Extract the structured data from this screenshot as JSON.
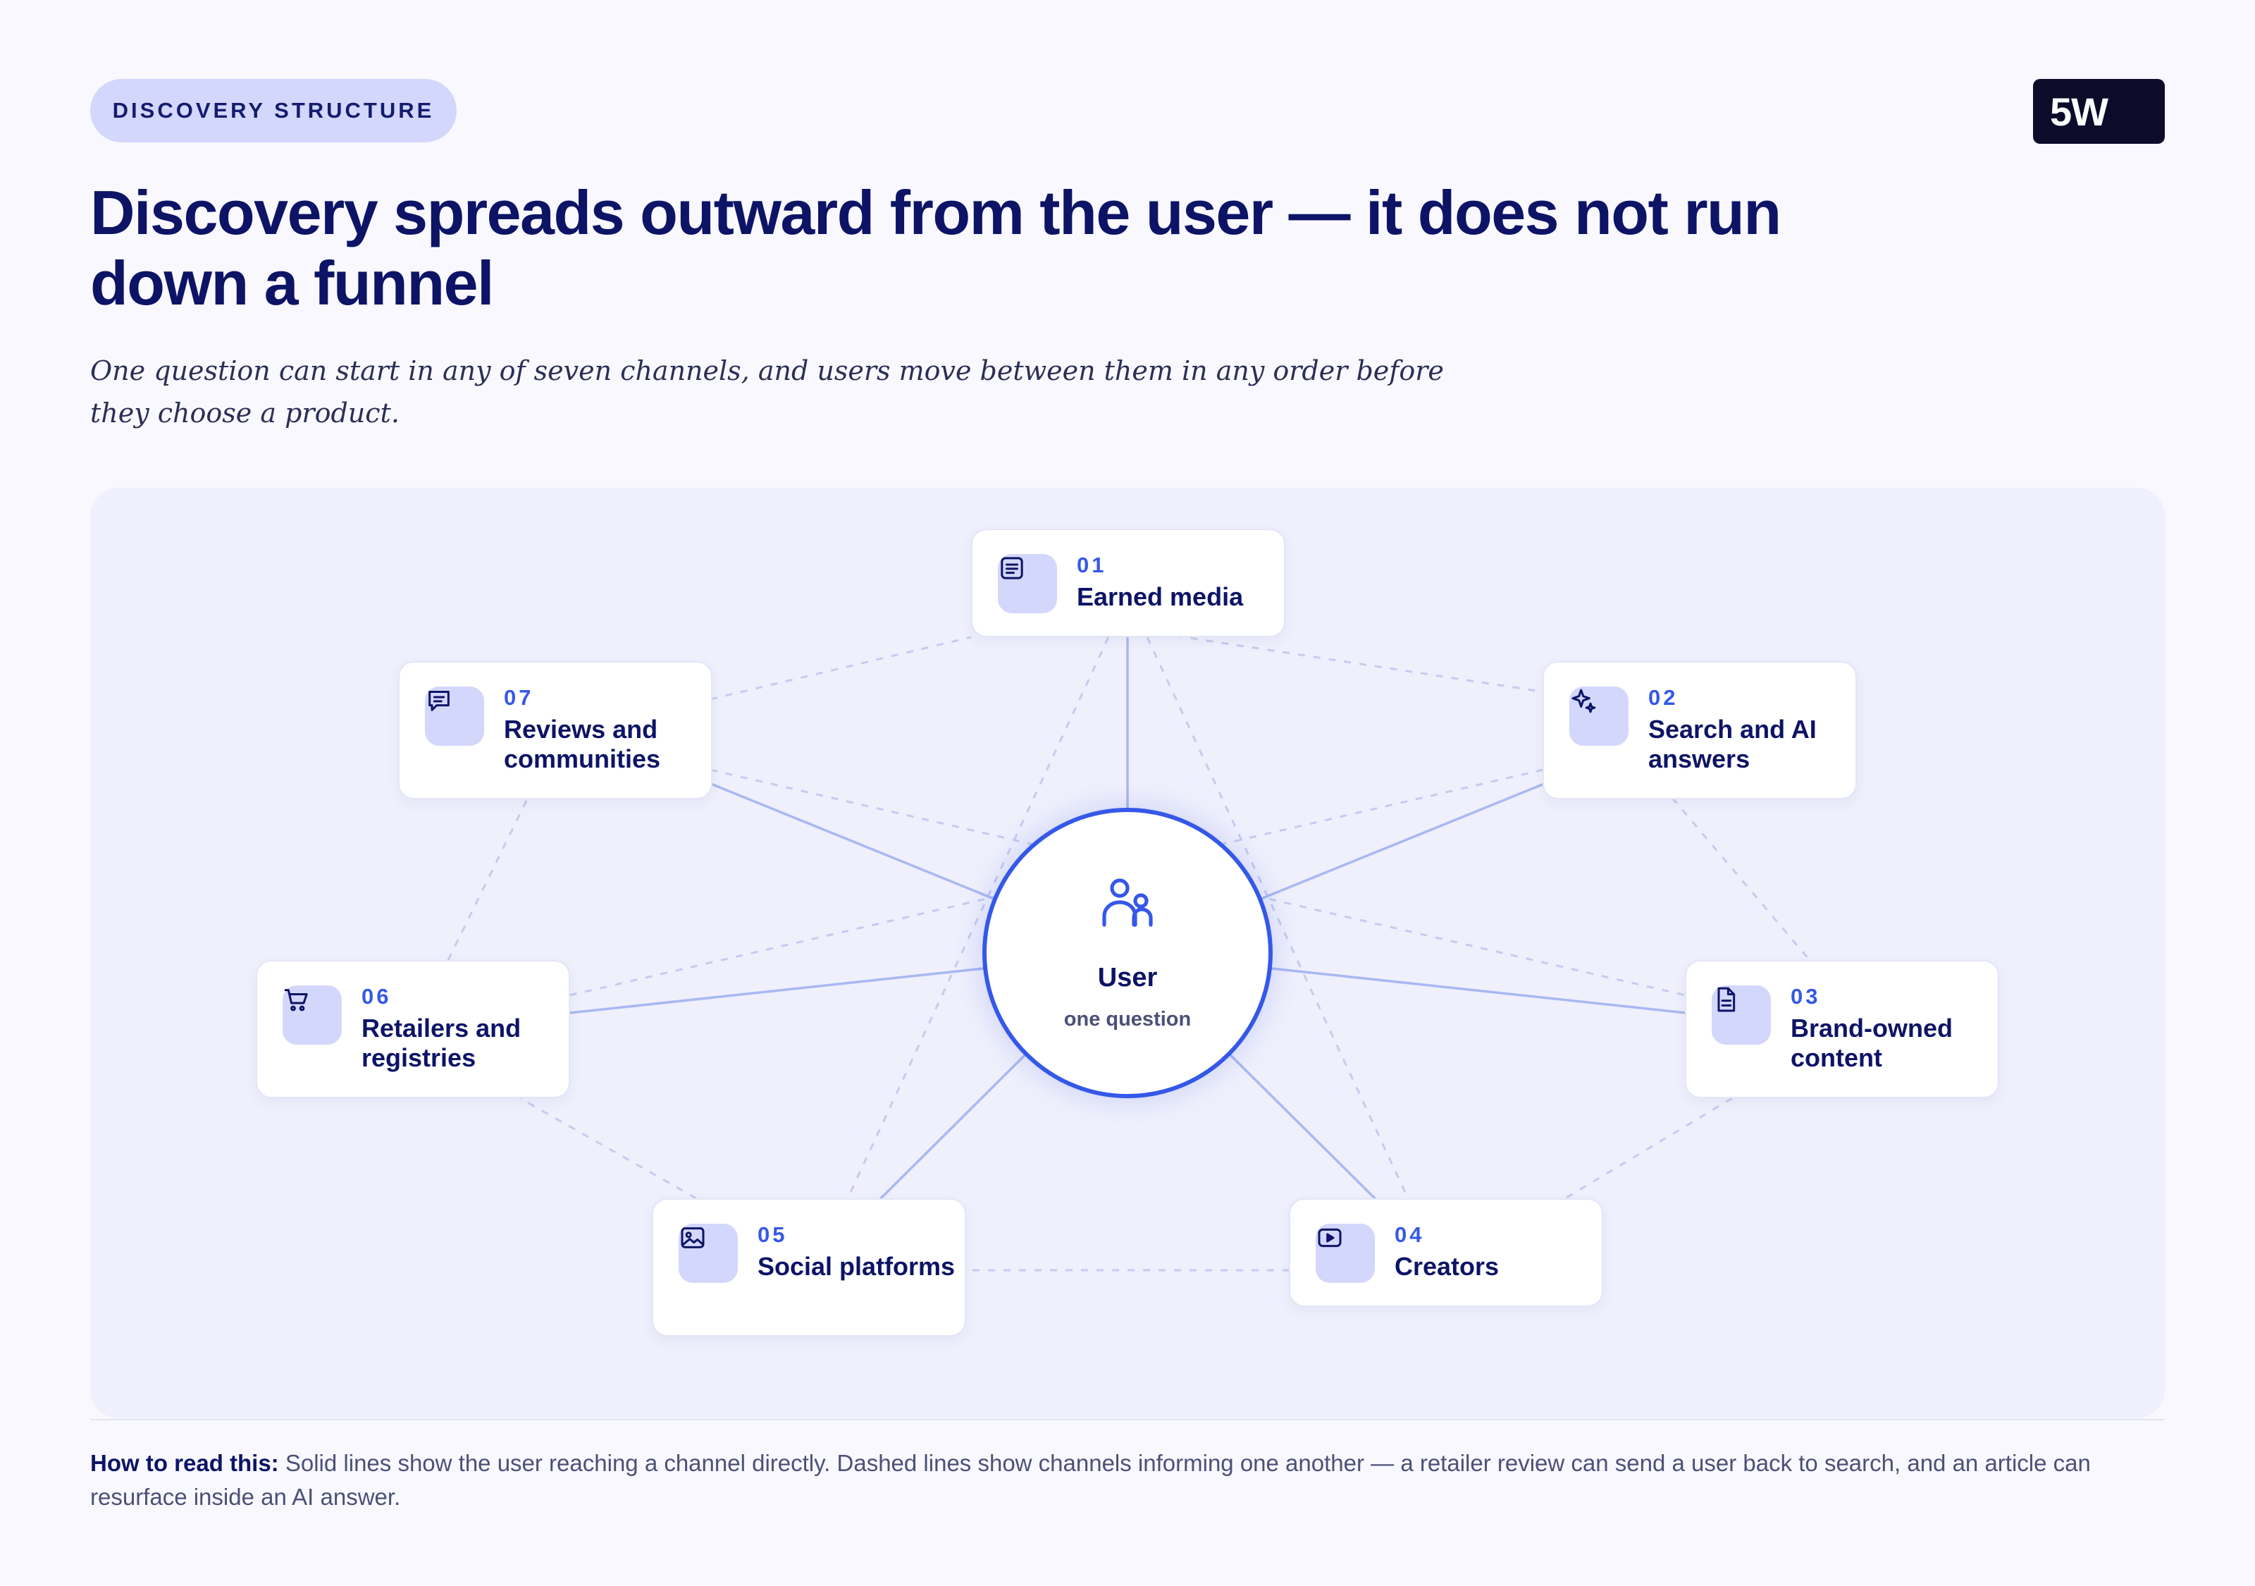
{
  "header": {
    "badge": "DISCOVERY STRUCTURE",
    "logo": "5W",
    "title": "Discovery spreads outward from the user — it does not run down a funnel",
    "subtitle": "One question can start in any of seven channels, and users move between them in any order before they choose a product."
  },
  "diagram": {
    "hub": {
      "label": "User",
      "sublabel": "one question",
      "icon": "users-icon"
    },
    "nodes": [
      {
        "number": "01",
        "label": "Earned media",
        "icon": "newspaper-icon"
      },
      {
        "number": "02",
        "label": "Search and AI answers",
        "icon": "sparkle-icon"
      },
      {
        "number": "03",
        "label": "Brand-owned content",
        "icon": "document-icon"
      },
      {
        "number": "04",
        "label": "Creators",
        "icon": "play-icon"
      },
      {
        "number": "05",
        "label": "Social platforms",
        "icon": "image-icon"
      },
      {
        "number": "06",
        "label": "Retailers and registries",
        "icon": "cart-icon"
      },
      {
        "number": "07",
        "label": "Reviews and communities",
        "icon": "chat-icon"
      }
    ],
    "solid_links": [
      [
        "User",
        "Earned media"
      ],
      [
        "User",
        "Search and AI answers"
      ],
      [
        "User",
        "Brand-owned content"
      ],
      [
        "User",
        "Creators"
      ],
      [
        "User",
        "Social platforms"
      ],
      [
        "User",
        "Retailers and registries"
      ],
      [
        "User",
        "Reviews and communities"
      ]
    ],
    "dashed_links": [
      [
        "Earned media",
        "Search and AI answers"
      ],
      [
        "Search and AI answers",
        "Brand-owned content"
      ],
      [
        "Brand-owned content",
        "Creators"
      ],
      [
        "Creators",
        "Social platforms"
      ],
      [
        "Social platforms",
        "Retailers and registries"
      ],
      [
        "Retailers and registries",
        "Reviews and communities"
      ],
      [
        "Reviews and communities",
        "Earned media"
      ],
      [
        "Earned media",
        "Creators"
      ],
      [
        "Earned media",
        "Social platforms"
      ],
      [
        "Search and AI answers",
        "Retailers and registries"
      ],
      [
        "Reviews and communities",
        "Brand-owned content"
      ]
    ],
    "colors": {
      "accent": "#3558e8",
      "solid_line": "#a9b8f2",
      "dashed_line": "#c6cbee",
      "icon_bg": "#d3d7fb",
      "text_dark": "#0d1466"
    }
  },
  "footer": {
    "lead": "How to read this:",
    "text": "Solid lines show the user reaching a channel directly. Dashed lines show channels informing one another — a retailer review can send a user back to search, and an article can resurface inside an AI answer."
  }
}
